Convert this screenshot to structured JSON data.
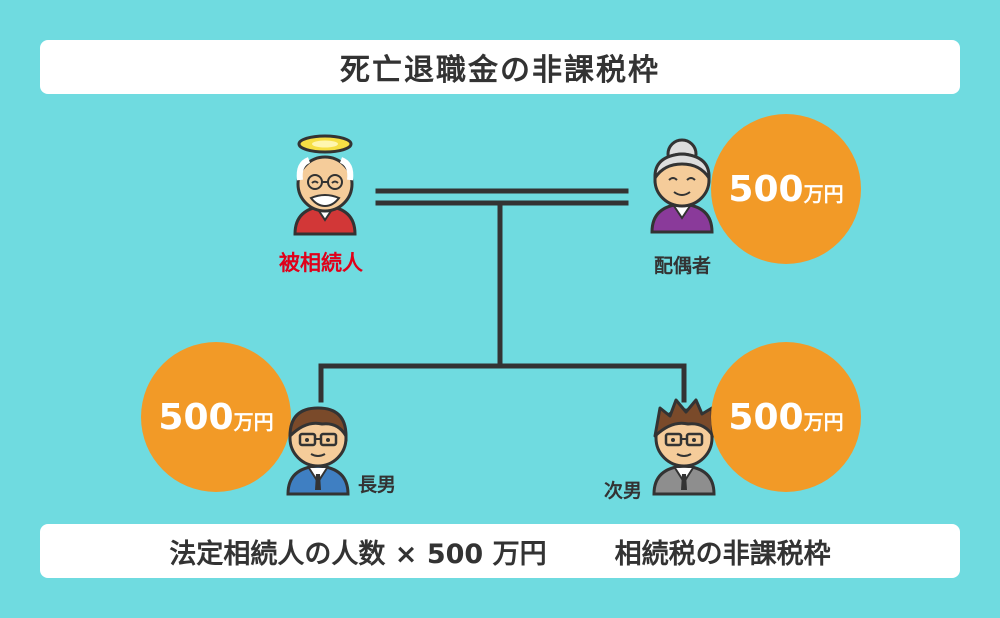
{
  "title": "死亡退職金の非課税枠",
  "members": {
    "deceased": {
      "label": "被相続人"
    },
    "spouse": {
      "label": "配偶者",
      "amount": "500",
      "unit": "万円"
    },
    "eldest_son": {
      "label": "長男",
      "amount": "500",
      "unit": "万円"
    },
    "second_son": {
      "label": "次男",
      "amount": "500",
      "unit": "万円"
    }
  },
  "formula": {
    "left": "法定相続人の人数 × 500 万円",
    "right": "相続税の非課税枠"
  },
  "colors": {
    "background": "#6fdbe0",
    "circle": "#f29a27",
    "deceased_label": "#e0001a",
    "line": "#333333"
  }
}
